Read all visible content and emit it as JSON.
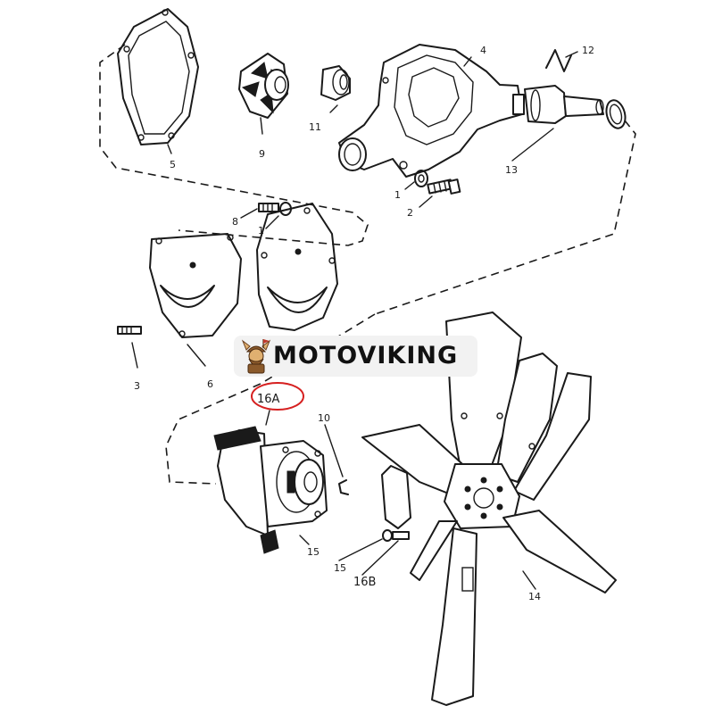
{
  "diagram": {
    "callouts": {
      "c1a": "1",
      "c1b": "1",
      "c2": "2",
      "c3": "3",
      "c4": "4",
      "c5": "5",
      "c6": "6",
      "c8": "8",
      "c9": "9",
      "c10": "10",
      "c11": "11",
      "c12": "12",
      "c13": "13",
      "c14": "14",
      "c15a": "15",
      "c15b": "15",
      "c16a": "16A",
      "c16b": "16B"
    }
  },
  "watermark": {
    "text": "MOTOVIKING",
    "bg_color": "#f2f2f2",
    "mark_colors": [
      "#c0392b",
      "#8b5a2b",
      "#e0b070"
    ]
  },
  "highlight": {
    "circle_color": "#d62020"
  }
}
